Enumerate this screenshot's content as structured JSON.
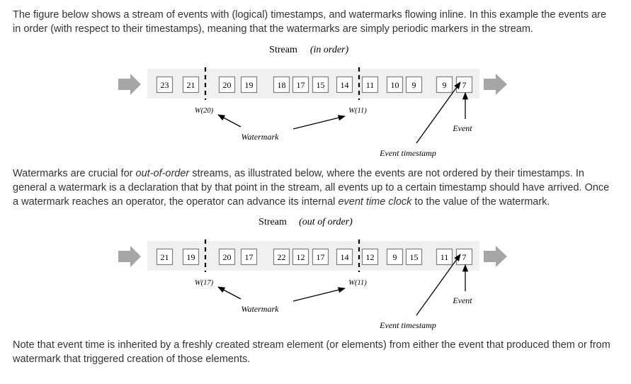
{
  "paragraphs": {
    "p1": "The figure below shows a stream of events with (logical) timestamps, and watermarks flowing inline. In this example the events are in order (with respect to their timestamps), meaning that the watermarks are simply periodic markers in the stream.",
    "p2_a": "Watermarks are crucial for ",
    "p2_em1": "out-of-order",
    "p2_b": " streams, as illustrated below, where the events are not ordered by their timestamps. In general a watermark is a declaration that by that point in the stream, all events up to a certain timestamp should have arrived. Once a watermark reaches an operator, the operator can advance its internal ",
    "p2_em2": "event time clock",
    "p2_c": " to the value of the watermark.",
    "p3": "Note that event time is inherited by a freshly created stream element (or elements) from either the event that produced them or from watermark that triggered creation of those elements."
  },
  "diagrams": [
    {
      "title": "Stream",
      "subtitle": "(in order)",
      "events": [
        "23",
        "21",
        "20",
        "19",
        "18",
        "17",
        "15",
        "14",
        "11",
        "10",
        "9",
        "9",
        "7"
      ],
      "watermarks": [
        "W(20)",
        "W(11)"
      ],
      "labels": {
        "watermark": "Watermark",
        "event": "Event",
        "event_timestamp": "Event timestamp"
      }
    },
    {
      "title": "Stream",
      "subtitle": "(out of order)",
      "events": [
        "21",
        "19",
        "20",
        "17",
        "22",
        "12",
        "17",
        "14",
        "12",
        "9",
        "15",
        "11",
        "7"
      ],
      "watermarks": [
        "W(17)",
        "W(11)"
      ],
      "labels": {
        "watermark": "Watermark",
        "event": "Event",
        "event_timestamp": "Event timestamp"
      }
    }
  ],
  "colors": {
    "text": "#333333",
    "band": "#f0f0f0",
    "arrow": "#a6a6a6",
    "box_border": "#7f7f7f"
  }
}
